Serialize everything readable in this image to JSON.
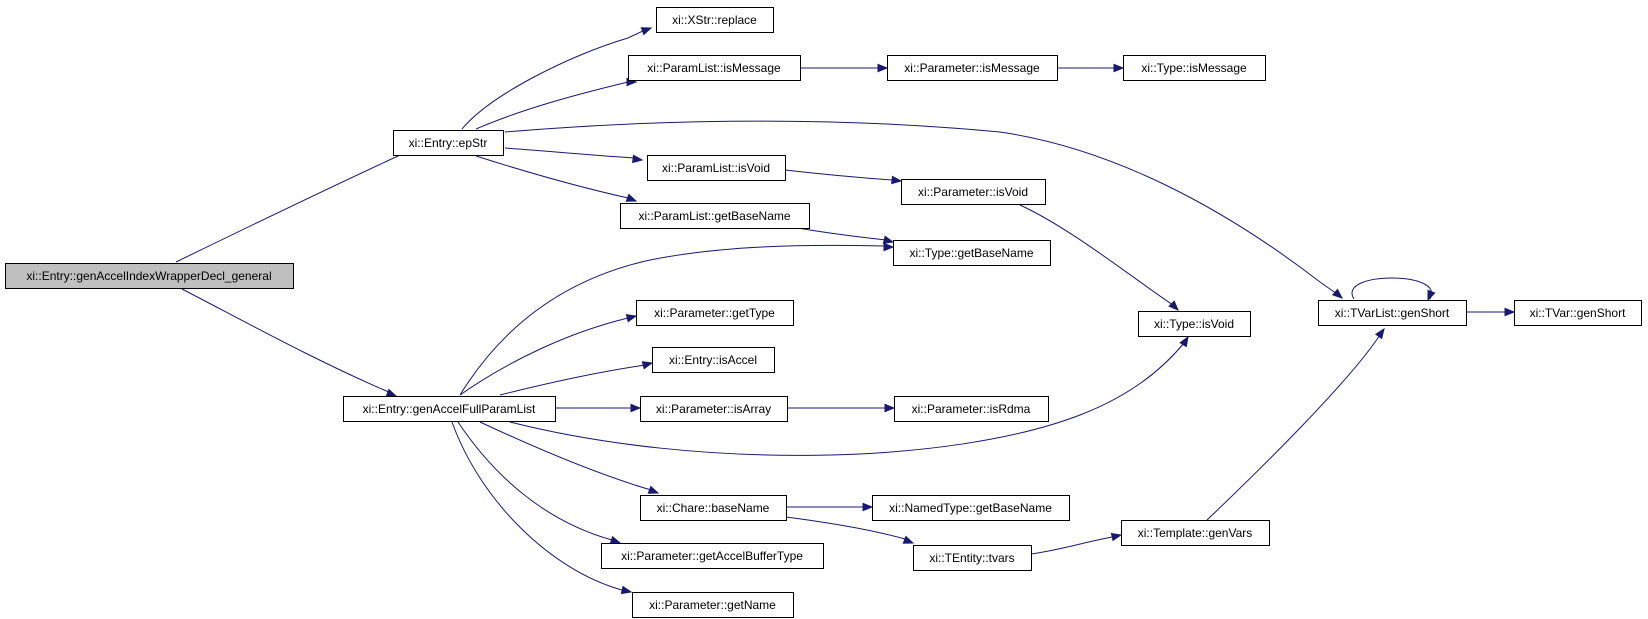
{
  "graph": {
    "nodes": [
      {
        "id": "root",
        "label": "xi::Entry::genAccelIndexWrapperDecl_general",
        "root": true
      },
      {
        "id": "epStr",
        "label": "xi::Entry::epStr"
      },
      {
        "id": "genFull",
        "label": "xi::Entry::genAccelFullParamList"
      },
      {
        "id": "xstrReplace",
        "label": "xi::XStr::replace"
      },
      {
        "id": "plIsMessage",
        "label": "xi::ParamList::isMessage"
      },
      {
        "id": "paramIsMessage",
        "label": "xi::Parameter::isMessage"
      },
      {
        "id": "typeIsMessage",
        "label": "xi::Type::isMessage"
      },
      {
        "id": "plIsVoid",
        "label": "xi::ParamList::isVoid"
      },
      {
        "id": "paramIsVoid",
        "label": "xi::Parameter::isVoid"
      },
      {
        "id": "plGetBaseName",
        "label": "xi::ParamList::getBaseName"
      },
      {
        "id": "typeGetBaseName",
        "label": "xi::Type::getBaseName"
      },
      {
        "id": "paramGetType",
        "label": "xi::Parameter::getType"
      },
      {
        "id": "entryIsAccel",
        "label": "xi::Entry::isAccel"
      },
      {
        "id": "paramIsArray",
        "label": "xi::Parameter::isArray"
      },
      {
        "id": "paramIsRdma",
        "label": "xi::Parameter::isRdma"
      },
      {
        "id": "typeIsVoid",
        "label": "xi::Type::isVoid"
      },
      {
        "id": "chareBaseName",
        "label": "xi::Chare::baseName"
      },
      {
        "id": "namedTypeGetBaseName",
        "label": "xi::NamedType::getBaseName"
      },
      {
        "id": "paramGetAccelBufferType",
        "label": "xi::Parameter::getAccelBufferType"
      },
      {
        "id": "tentityTvars",
        "label": "xi::TEntity::tvars"
      },
      {
        "id": "templateGenVars",
        "label": "xi::Template::genVars"
      },
      {
        "id": "paramGetName",
        "label": "xi::Parameter::getName"
      },
      {
        "id": "tvarListGenShort",
        "label": "xi::TVarList::genShort"
      },
      {
        "id": "tvarGenShort",
        "label": "xi::TVar::genShort"
      }
    ],
    "edges": [
      {
        "from": "root",
        "to": "epStr"
      },
      {
        "from": "root",
        "to": "genFull"
      },
      {
        "from": "epStr",
        "to": "xstrReplace"
      },
      {
        "from": "epStr",
        "to": "plIsMessage"
      },
      {
        "from": "epStr",
        "to": "tvarListGenShort"
      },
      {
        "from": "epStr",
        "to": "plIsVoid"
      },
      {
        "from": "epStr",
        "to": "plGetBaseName"
      },
      {
        "from": "plIsMessage",
        "to": "paramIsMessage"
      },
      {
        "from": "paramIsMessage",
        "to": "typeIsMessage"
      },
      {
        "from": "plIsVoid",
        "to": "paramIsVoid"
      },
      {
        "from": "paramIsVoid",
        "to": "typeIsVoid"
      },
      {
        "from": "plGetBaseName",
        "to": "typeGetBaseName"
      },
      {
        "from": "genFull",
        "to": "typeGetBaseName"
      },
      {
        "from": "genFull",
        "to": "paramGetType"
      },
      {
        "from": "genFull",
        "to": "entryIsAccel"
      },
      {
        "from": "genFull",
        "to": "paramIsArray"
      },
      {
        "from": "genFull",
        "to": "typeIsVoid"
      },
      {
        "from": "genFull",
        "to": "chareBaseName"
      },
      {
        "from": "genFull",
        "to": "paramGetAccelBufferType"
      },
      {
        "from": "genFull",
        "to": "paramGetName"
      },
      {
        "from": "paramIsArray",
        "to": "paramIsRdma"
      },
      {
        "from": "chareBaseName",
        "to": "namedTypeGetBaseName"
      },
      {
        "from": "chareBaseName",
        "to": "tentityTvars"
      },
      {
        "from": "tentityTvars",
        "to": "templateGenVars"
      },
      {
        "from": "templateGenVars",
        "to": "tvarListGenShort"
      },
      {
        "from": "tvarListGenShort",
        "to": "tvarListGenShort"
      },
      {
        "from": "tvarListGenShort",
        "to": "tvarGenShort"
      }
    ]
  }
}
